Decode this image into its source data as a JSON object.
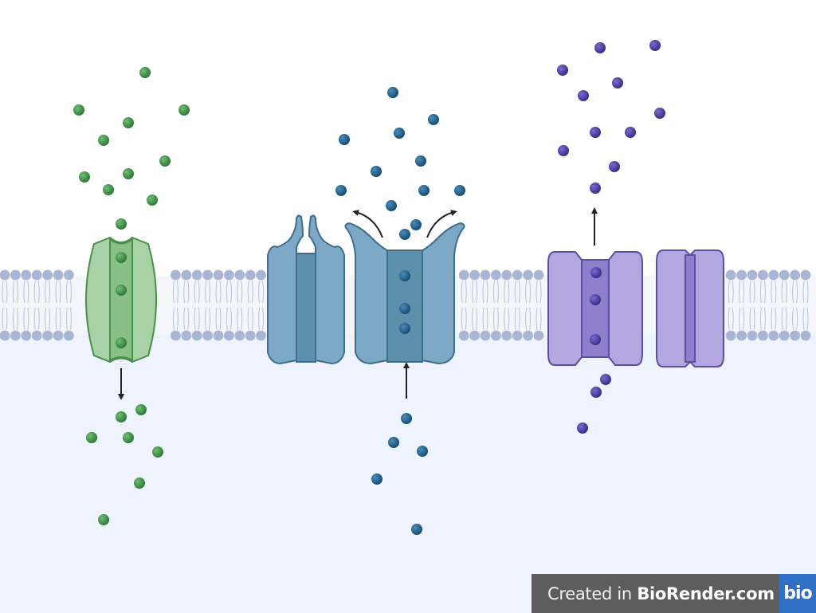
{
  "colors": {
    "intracellular": "#eff3fd",
    "extracellular": "#ffffff",
    "lipid_head": "#a9b6d3",
    "lipid_tail": "#b6c2dc",
    "green_channel": "#a9d1a7",
    "green_core": "#8abf86",
    "green_stroke": "#4a8f4a",
    "green_ion": "#3d8c45",
    "blue_channel": "#7ea9c6",
    "blue_core": "#5e8fab",
    "blue_stroke": "#3e6e8e",
    "blue_ion": "#1f5f88",
    "purple_channel": "#b2a7df",
    "purple_core": "#8d7fcc",
    "purple_stroke": "#5c4ea2",
    "purple_ion": "#4a3aa0",
    "arrow": "#222222"
  },
  "icons": {
    "green_transporter": "open-channel-icon",
    "blue_transporter": "gated-channel-icon",
    "purple_transporter": "pump-channel-icon",
    "arrows": "arrow-icon"
  },
  "watermark": {
    "prefix": "Created in ",
    "brand": "BioRender.com",
    "logo": "bio"
  }
}
